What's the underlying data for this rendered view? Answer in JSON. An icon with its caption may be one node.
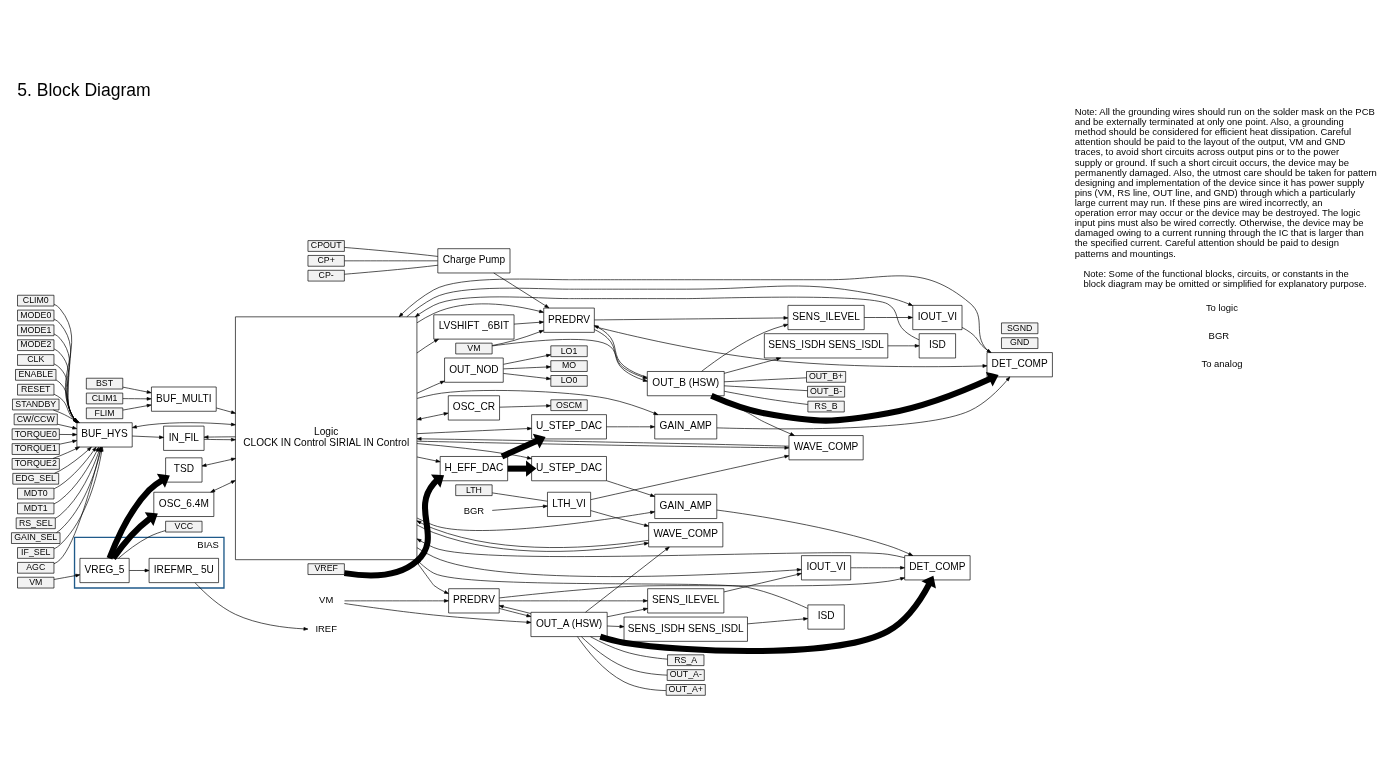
{
  "diagram": {
    "title": "5. Block Diagram",
    "nodes": [
      {
        "text": [
          "MODE0"
        ]
      },
      {
        "text": [
          "MODE1"
        ]
      },
      {
        "text": [
          "MODE2"
        ]
      },
      {
        "text": [
          "CLK"
        ]
      },
      {
        "text": [
          "ENABLE"
        ]
      },
      {
        "text": [
          "RESET"
        ]
      },
      {
        "text": [
          "STANDBY"
        ]
      },
      {
        "text": [
          "CW/CCW"
        ]
      },
      {
        "text": [
          "TORQUE0"
        ]
      },
      {
        "text": [
          "TORQUE1"
        ]
      },
      {
        "text": [
          "TORQUE2"
        ]
      },
      {
        "text": [
          "EDG_SEL"
        ]
      },
      {
        "text": [
          "MDT0"
        ]
      },
      {
        "text": [
          "MDT1"
        ]
      },
      {
        "text": [
          "RS_SEL"
        ]
      },
      {
        "text": [
          "GAIN_SEL"
        ]
      },
      {
        "text": [
          "IF_SEL"
        ]
      },
      {
        "text": [
          "AGC"
        ]
      },
      {
        "text": [
          "CLIM0"
        ]
      },
      {
        "text": [
          "CLIM1"
        ]
      },
      {
        "text": [
          "FLIM"
        ]
      },
      {
        "text": [
          "BST"
        ]
      },
      {
        "text": [
          "LO0"
        ]
      },
      {
        "text": [
          "LO1"
        ]
      },
      {
        "text": [
          "MO"
        ]
      },
      {
        "text": [
          "OSCM"
        ]
      },
      {
        "text": [
          "CPOUT"
        ]
      },
      {
        "text": [
          "CP+"
        ]
      },
      {
        "text": [
          "VM"
        ]
      },
      {
        "text": [
          "CP-"
        ]
      },
      {
        "text": [
          "VCC"
        ]
      },
      {
        "text": [
          "VREF"
        ]
      },
      {
        "text": [
          "GND"
        ]
      },
      {
        "text": [
          "VM"
        ]
      },
      {
        "text": [
          "LTH"
        ]
      },
      {
        "text": [
          "SGND"
        ]
      },
      {
        "text": [
          "VM"
        ]
      },
      {
        "text": [
          "OUT_A+"
        ]
      },
      {
        "text": [
          "RS_A"
        ]
      },
      {
        "text": [
          "OUT_A-"
        ]
      },
      {
        "text": [
          "OUT_B-"
        ]
      },
      {
        "text": [
          "RS_B"
        ]
      },
      {
        "text": [
          "OUT_B+"
        ]
      },
      {
        "text": [
          "BUF_HYS"
        ]
      },
      {
        "text": [
          "BUF_MULTI"
        ]
      },
      {
        "text": [
          "OUT_NOD"
        ]
      },
      {
        "text": [
          "IN_FIL"
        ]
      },
      {
        "text": [
          "OSC_CR"
        ]
      },
      {
        "text": [
          "Charge Pump"
        ]
      },
      {
        "text": [
          "BIAS"
        ]
      },
      {
        "text": [
          "VREG_5"
        ],
        "in": 49
      },
      {
        "text": [
          "OSC_6.4M"
        ]
      },
      {
        "text": [
          "TSD"
        ]
      },
      {
        "text": [
          "IREFMR_ 5U"
        ],
        "in": 49
      },
      {
        "text": [
          "IREF"
        ]
      },
      {
        "text": [
          "Logic",
          "CLOCK IN Control SIRIAL IN Control"
        ]
      },
      {
        "text": [
          "LTH_VI"
        ]
      },
      {
        "text": [
          "BGR"
        ]
      },
      {
        "text": [
          "DET_COMP"
        ]
      },
      {
        "text": [
          "GAIN_AMP"
        ]
      },
      {
        "text": [
          "U_STEP_DAC"
        ]
      },
      {
        "text": [
          "H_EFF_DAC"
        ]
      },
      {
        "text": [
          "U_STEP_DAC"
        ]
      },
      {
        "text": [
          "GAIN_AMP"
        ]
      },
      {
        "text": [
          "DET_COMP"
        ]
      },
      {
        "text": [
          "LVSHIFT _6BIT"
        ]
      },
      {
        "text": [
          "IOUT_VI"
        ]
      },
      {
        "text": [
          "ISD"
        ]
      },
      {
        "text": [
          "ISD"
        ]
      },
      {
        "text": [
          "IOUT_VI"
        ]
      },
      {
        "text": [
          "PREDRV"
        ]
      },
      {
        "text": [
          "SENS_ILEVEL"
        ]
      },
      {
        "text": [
          "SENS_ISDH SENS_ISDL"
        ]
      },
      {
        "text": [
          "SENS_ISDH SENS_ISDL"
        ]
      },
      {
        "text": [
          "SENS_ILEVEL"
        ]
      },
      {
        "text": [
          "PREDRV"
        ]
      },
      {
        "text": [
          "OUT_A (HSW)"
        ]
      },
      {
        "text": [
          "WAVE_COMP"
        ]
      },
      {
        "text": [
          "WAVE_COMP"
        ]
      },
      {
        "text": [
          "OUT_B (HSW)"
        ]
      }
    ],
    "edges": [
      {
        "from": 0,
        "to": 43,
        "arrow": "to"
      },
      {
        "from": 1,
        "to": 43,
        "arrow": "to"
      },
      {
        "from": 2,
        "to": 43,
        "arrow": "to"
      },
      {
        "from": 3,
        "to": 43,
        "arrow": "to"
      },
      {
        "from": 4,
        "to": 43,
        "arrow": "to"
      },
      {
        "from": 5,
        "to": 43,
        "arrow": "to"
      },
      {
        "from": 6,
        "to": 43,
        "arrow": "to"
      },
      {
        "from": 7,
        "to": 43,
        "arrow": "to"
      },
      {
        "from": 8,
        "to": 43,
        "arrow": "to"
      },
      {
        "from": 9,
        "to": 43,
        "arrow": "to"
      },
      {
        "from": 10,
        "to": 43,
        "arrow": "to"
      },
      {
        "from": 11,
        "to": 43,
        "arrow": "to"
      },
      {
        "from": 12,
        "to": 43,
        "arrow": "to"
      },
      {
        "from": 13,
        "to": 43,
        "arrow": "to"
      },
      {
        "from": 14,
        "to": 43,
        "arrow": "to"
      },
      {
        "from": 15,
        "to": 43,
        "arrow": "to"
      },
      {
        "from": 16,
        "to": 43,
        "arrow": "to"
      },
      {
        "from": 17,
        "to": 43,
        "arrow": "to"
      },
      {
        "from": 18,
        "to": 43,
        "arrow": "to"
      },
      {
        "from": 19,
        "to": 44,
        "arrow": "to"
      },
      {
        "from": 20,
        "to": 44,
        "arrow": "to"
      },
      {
        "from": 21,
        "to": 44,
        "arrow": "to"
      },
      {
        "from": 45,
        "to": 22,
        "arrow": "to"
      },
      {
        "from": 45,
        "to": 23,
        "arrow": "to"
      },
      {
        "from": 45,
        "to": 24,
        "arrow": "to"
      },
      {
        "from": 47,
        "to": 25,
        "arrow": "to"
      },
      {
        "from": 26,
        "to": 48,
        "arrow": "none"
      },
      {
        "from": 27,
        "to": 48,
        "arrow": "none"
      },
      {
        "from": 29,
        "to": 48,
        "arrow": "none"
      },
      {
        "from": 28,
        "to": 50,
        "arrow": "to"
      },
      {
        "from": 50,
        "to": 30,
        "arrow": "none"
      },
      {
        "from": 31,
        "to": 61,
        "arrow": "to",
        "style": "thick"
      },
      {
        "from": 33,
        "to": 79,
        "arrow": "to"
      },
      {
        "from": 33,
        "to": 75,
        "arrow": "to"
      },
      {
        "from": 34,
        "to": 56,
        "arrow": "none"
      },
      {
        "from": 57,
        "to": 56,
        "arrow": "to"
      },
      {
        "from": 36,
        "to": 76,
        "arrow": "to"
      },
      {
        "from": 36,
        "to": 70,
        "arrow": "to"
      },
      {
        "from": 76,
        "to": 37,
        "arrow": "none"
      },
      {
        "from": 76,
        "to": 38,
        "arrow": "none"
      },
      {
        "from": 76,
        "to": 39,
        "arrow": "none"
      },
      {
        "from": 79,
        "to": 40,
        "arrow": "none"
      },
      {
        "from": 79,
        "to": 41,
        "arrow": "none"
      },
      {
        "from": 79,
        "to": 42,
        "arrow": "none"
      },
      {
        "from": 43,
        "to": 46,
        "arrow": "to"
      },
      {
        "from": 43,
        "to": 55,
        "arrow": "both"
      },
      {
        "from": 44,
        "to": 55,
        "arrow": "to"
      },
      {
        "from": 55,
        "to": 46,
        "arrow": "to"
      },
      {
        "from": 46,
        "to": 55,
        "arrow": "to"
      },
      {
        "from": 55,
        "to": 45,
        "arrow": "to"
      },
      {
        "from": 55,
        "to": 47,
        "arrow": "both"
      },
      {
        "from": 50,
        "to": 51,
        "arrow": "to",
        "style": "thick"
      },
      {
        "from": 50,
        "to": 52,
        "arrow": "to",
        "style": "thick"
      },
      {
        "from": 50,
        "to": 53,
        "arrow": "to"
      },
      {
        "from": 51,
        "to": 55,
        "arrow": "both"
      },
      {
        "from": 52,
        "to": 55,
        "arrow": "both"
      },
      {
        "from": 53,
        "to": 54,
        "arrow": "to"
      },
      {
        "from": 48,
        "to": 75,
        "arrow": "to"
      },
      {
        "from": 56,
        "to": 77,
        "arrow": "to"
      },
      {
        "from": 56,
        "to": 78,
        "arrow": "to"
      },
      {
        "from": 65,
        "to": 75,
        "arrow": "to"
      },
      {
        "from": 55,
        "to": 59,
        "arrow": "to"
      },
      {
        "from": 55,
        "to": 60,
        "arrow": "to"
      },
      {
        "from": 61,
        "to": 60,
        "arrow": "to",
        "style": "thick"
      },
      {
        "from": 60,
        "to": 59,
        "arrow": "to"
      },
      {
        "from": 59,
        "to": 58,
        "arrow": "to"
      },
      {
        "from": 58,
        "to": 55,
        "arrow": "to"
      },
      {
        "from": 55,
        "to": 61,
        "arrow": "to"
      },
      {
        "from": 61,
        "to": 62,
        "arrow": "to",
        "style": "thick"
      },
      {
        "from": 62,
        "to": 63,
        "arrow": "to"
      },
      {
        "from": 63,
        "to": 64,
        "arrow": "to"
      },
      {
        "from": 64,
        "to": 55,
        "arrow": "to"
      },
      {
        "from": 55,
        "to": 62,
        "arrow": "to"
      },
      {
        "from": 55,
        "to": 63,
        "arrow": "to"
      },
      {
        "from": 55,
        "to": 65,
        "arrow": "to"
      },
      {
        "from": 55,
        "to": 70,
        "arrow": "to"
      },
      {
        "from": 55,
        "to": 75,
        "arrow": "to"
      },
      {
        "from": 70,
        "to": 58,
        "arrow": "to"
      },
      {
        "from": 66,
        "to": 58,
        "arrow": "to"
      },
      {
        "from": 76,
        "to": 58,
        "arrow": "to",
        "style": "thick"
      },
      {
        "from": 70,
        "to": 71,
        "arrow": "to"
      },
      {
        "from": 71,
        "to": 66,
        "arrow": "to"
      },
      {
        "from": 55,
        "to": 66,
        "arrow": "to"
      },
      {
        "from": 67,
        "to": 55,
        "arrow": "to"
      },
      {
        "from": 72,
        "to": 67,
        "arrow": "to"
      },
      {
        "from": 76,
        "to": 71,
        "arrow": "to"
      },
      {
        "from": 76,
        "to": 72,
        "arrow": "to"
      },
      {
        "from": 76,
        "to": 77,
        "arrow": "to"
      },
      {
        "from": 70,
        "to": 76,
        "arrow": "to"
      },
      {
        "from": 76,
        "to": 70,
        "arrow": "to"
      },
      {
        "from": 55,
        "to": 77,
        "arrow": "to"
      },
      {
        "from": 77,
        "to": 55,
        "arrow": "to"
      },
      {
        "from": 75,
        "to": 64,
        "arrow": "to"
      },
      {
        "from": 69,
        "to": 64,
        "arrow": "to"
      },
      {
        "from": 79,
        "to": 64,
        "arrow": "to",
        "style": "thick"
      },
      {
        "from": 75,
        "to": 74,
        "arrow": "to"
      },
      {
        "from": 74,
        "to": 69,
        "arrow": "to"
      },
      {
        "from": 55,
        "to": 69,
        "arrow": "to"
      },
      {
        "from": 68,
        "to": 55,
        "arrow": "to"
      },
      {
        "from": 73,
        "to": 68,
        "arrow": "to"
      },
      {
        "from": 79,
        "to": 74,
        "arrow": "to"
      },
      {
        "from": 79,
        "to": 73,
        "arrow": "to"
      },
      {
        "from": 79,
        "to": 78,
        "arrow": "to"
      },
      {
        "from": 75,
        "to": 79,
        "arrow": "to"
      },
      {
        "from": 79,
        "to": 75,
        "arrow": "to"
      },
      {
        "from": 55,
        "to": 78,
        "arrow": "to"
      },
      {
        "from": 78,
        "to": 55,
        "arrow": "to"
      }
    ],
    "labels": [
      "To analog",
      "BGR",
      "To logic",
      "Note: Some of the functional blocks, circuits, or constants in the block diagram may be omitted or simplified for explanatory purpose.",
      "Note: All the grounding wires should run on the solder mask on the PCB and be externally terminated at only one point. Also, a grounding method should be considered for efficient heat dissipation. Careful attention should be paid to the layout of the output, VM and GND traces, to avoid short circuits across output pins or to the power supply or ground. If such a short circuit occurs, the device may be permanently damaged. Also, the utmost care should be taken for pattern designing and implementation of the device since it has power supply pins (VM, RS line, OUT line, and GND) through which a particularly large current may run. If these pins are wired incorrectly, an operation error may occur or the device may be destroyed. The logic input pins must also be wired correctly. Otherwise, the device may be damaged owing to a current running through the IC that is larger than the specified current. Careful attention should be paid to design patterns and mountings."
    ]
  }
}
